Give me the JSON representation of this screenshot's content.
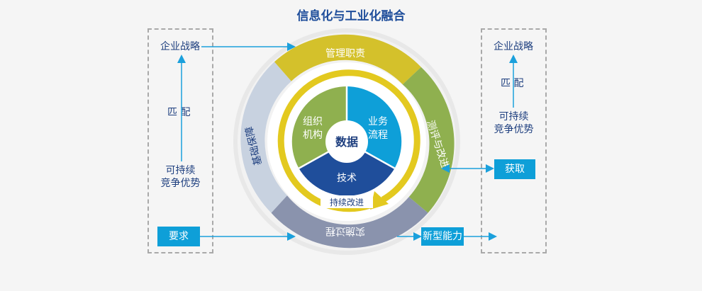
{
  "title": "信息化与工业化融合",
  "left_panel": {
    "top": "企业战略",
    "middle": "匹  配",
    "bottom_line1": "可持续",
    "bottom_line2": "竞争优势",
    "button": "要求"
  },
  "right_panel": {
    "top": "企业战略",
    "middle": "匹  配",
    "bottom_line1": "可持续",
    "bottom_line2": "竞争优势",
    "button": "获取"
  },
  "outer_ring": {
    "top": "管理职责",
    "right": "测评与改进",
    "bottom": "实施过程",
    "left": "基础保障"
  },
  "inner_ring": {
    "left_line1": "组织",
    "left_line2": "机构",
    "right_line1": "业务",
    "right_line2": "流程",
    "bottom": "技术",
    "center": "数据",
    "cycle": "持续改进"
  },
  "output_box": "新型能力",
  "colors": {
    "yellow": "#d4c12b",
    "green": "#8fb04f",
    "gray_blue": "#8a93ad",
    "light_blue": "#c8d2e0",
    "cyan": "#0e9fd8",
    "navy": "#1f4e9b",
    "olive_green": "#88a94a"
  }
}
